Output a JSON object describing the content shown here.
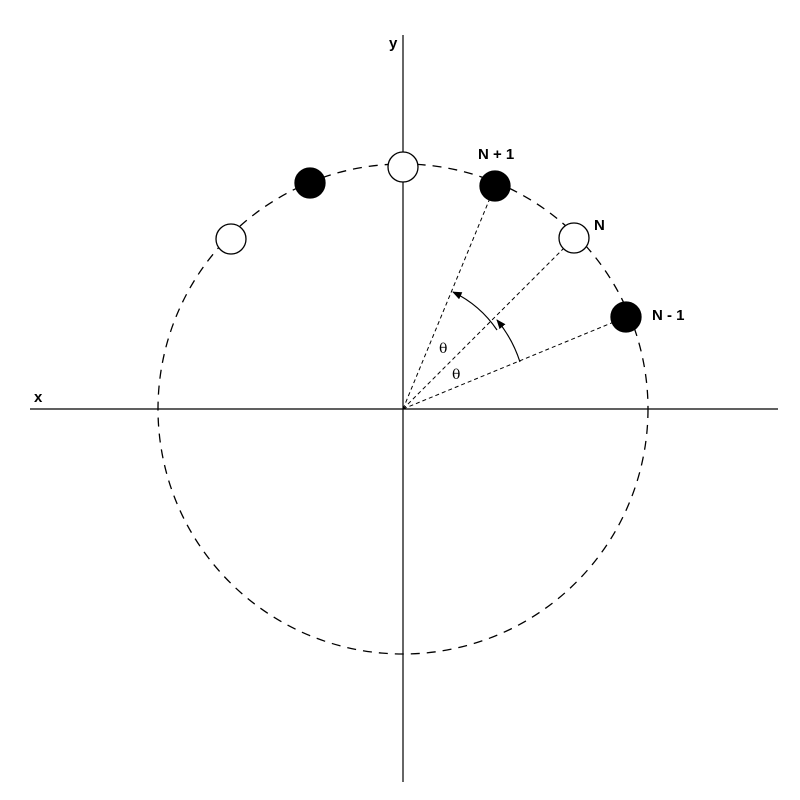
{
  "axes": {
    "x_label": "x",
    "y_label": "y"
  },
  "labels": {
    "n_plus_1": "N + 1",
    "n": "N",
    "n_minus_1": "N - 1",
    "theta_upper": "θ",
    "theta_lower": "θ"
  },
  "colors": {
    "ink": "#000000",
    "background": "#ffffff"
  },
  "atoms": [
    {
      "id": "open-left",
      "fill": "open"
    },
    {
      "id": "filled-upper-left",
      "fill": "filled"
    },
    {
      "id": "open-top",
      "fill": "open"
    },
    {
      "id": "filled-n-plus-1",
      "fill": "filled"
    },
    {
      "id": "open-n",
      "fill": "open"
    },
    {
      "id": "filled-n-minus-1",
      "fill": "filled"
    }
  ]
}
